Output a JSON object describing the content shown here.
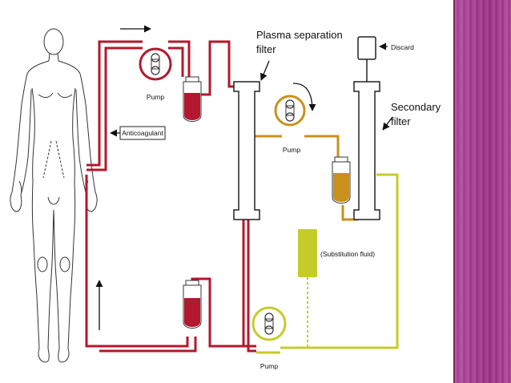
{
  "labels": {
    "plasma_filter": [
      "Plasma separation",
      "filter"
    ],
    "secondary_filter": [
      "Secondary",
      "filter"
    ],
    "discard": "Discard",
    "anticoagulant": "Anticoagulant",
    "pump_top": "Pump",
    "pump_middle": "Pump",
    "pump_bottom": "Pump",
    "substitution_fluid": "(Substitution fluid)"
  },
  "colors": {
    "blood": "#b3182e",
    "plasma": "#c9911c",
    "fluid": "#c5cc2a",
    "device": "#222222",
    "side_panel": "#a63a8e"
  },
  "icons": {
    "flow_arrows": "arrow-icon",
    "rotation": "curved-arrow-icon"
  }
}
